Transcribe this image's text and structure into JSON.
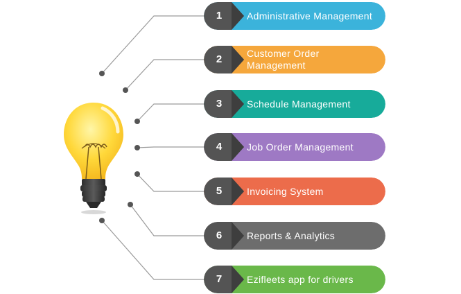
{
  "items": [
    {
      "number": "1",
      "label": "Administrative Management",
      "color": "#3bb3db"
    },
    {
      "number": "2",
      "label": "Customer Order Management",
      "color": "#f5a73c"
    },
    {
      "number": "3",
      "label": "Schedule  Management",
      "color": "#17ab9a"
    },
    {
      "number": "4",
      "label": "Job Order Management",
      "color": "#9e79c4"
    },
    {
      "number": "5",
      "label": "Invoicing System",
      "color": "#ec6c4b"
    },
    {
      "number": "6",
      "label": "Reports & Analytics",
      "color": "#6d6d6d"
    },
    {
      "number": "7",
      "label": "Ezifleets app for drivers",
      "color": "#6ab84a"
    }
  ],
  "bulb_icon": "lightbulb-icon",
  "colors": {
    "number_box": "#545454",
    "connector": "#9a9a9a"
  }
}
